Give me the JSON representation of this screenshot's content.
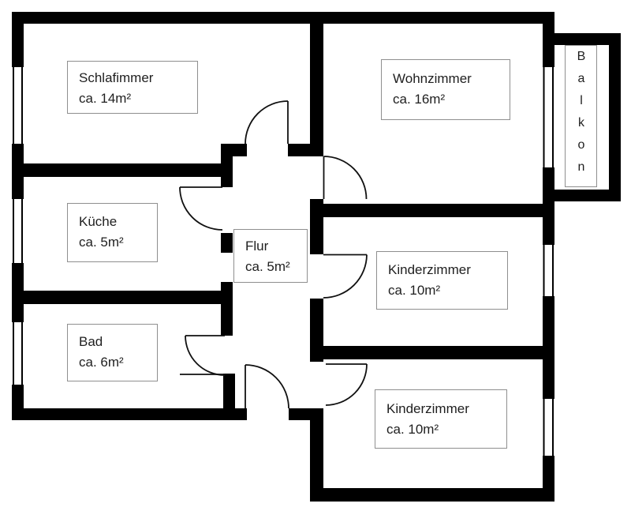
{
  "plan": {
    "background_color": "#ffffff",
    "wall_color": "#000000",
    "label_border_color": "#8f8f8f",
    "text_color": "#1f1f1f",
    "rooms": [
      {
        "id": "schlafzimmer",
        "name": "Schlafimmer",
        "area": "ca. 14m²"
      },
      {
        "id": "wohnzimmer",
        "name": "Wohnzimmer",
        "area": "ca. 16m²"
      },
      {
        "id": "kueche",
        "name": "Küche",
        "area": "ca. 5m²"
      },
      {
        "id": "flur",
        "name": "Flur",
        "area": "ca. 5m²"
      },
      {
        "id": "bad",
        "name": "Bad",
        "area": "ca. 6m²"
      },
      {
        "id": "kinderzimmer-oben",
        "name": "Kinderzimmer",
        "area": "ca. 10m²"
      },
      {
        "id": "kinderzimmer-unten",
        "name": "Kinderzimmer",
        "area": "ca. 10m²"
      },
      {
        "id": "balkon",
        "name": "Balkon",
        "area": ""
      }
    ]
  }
}
